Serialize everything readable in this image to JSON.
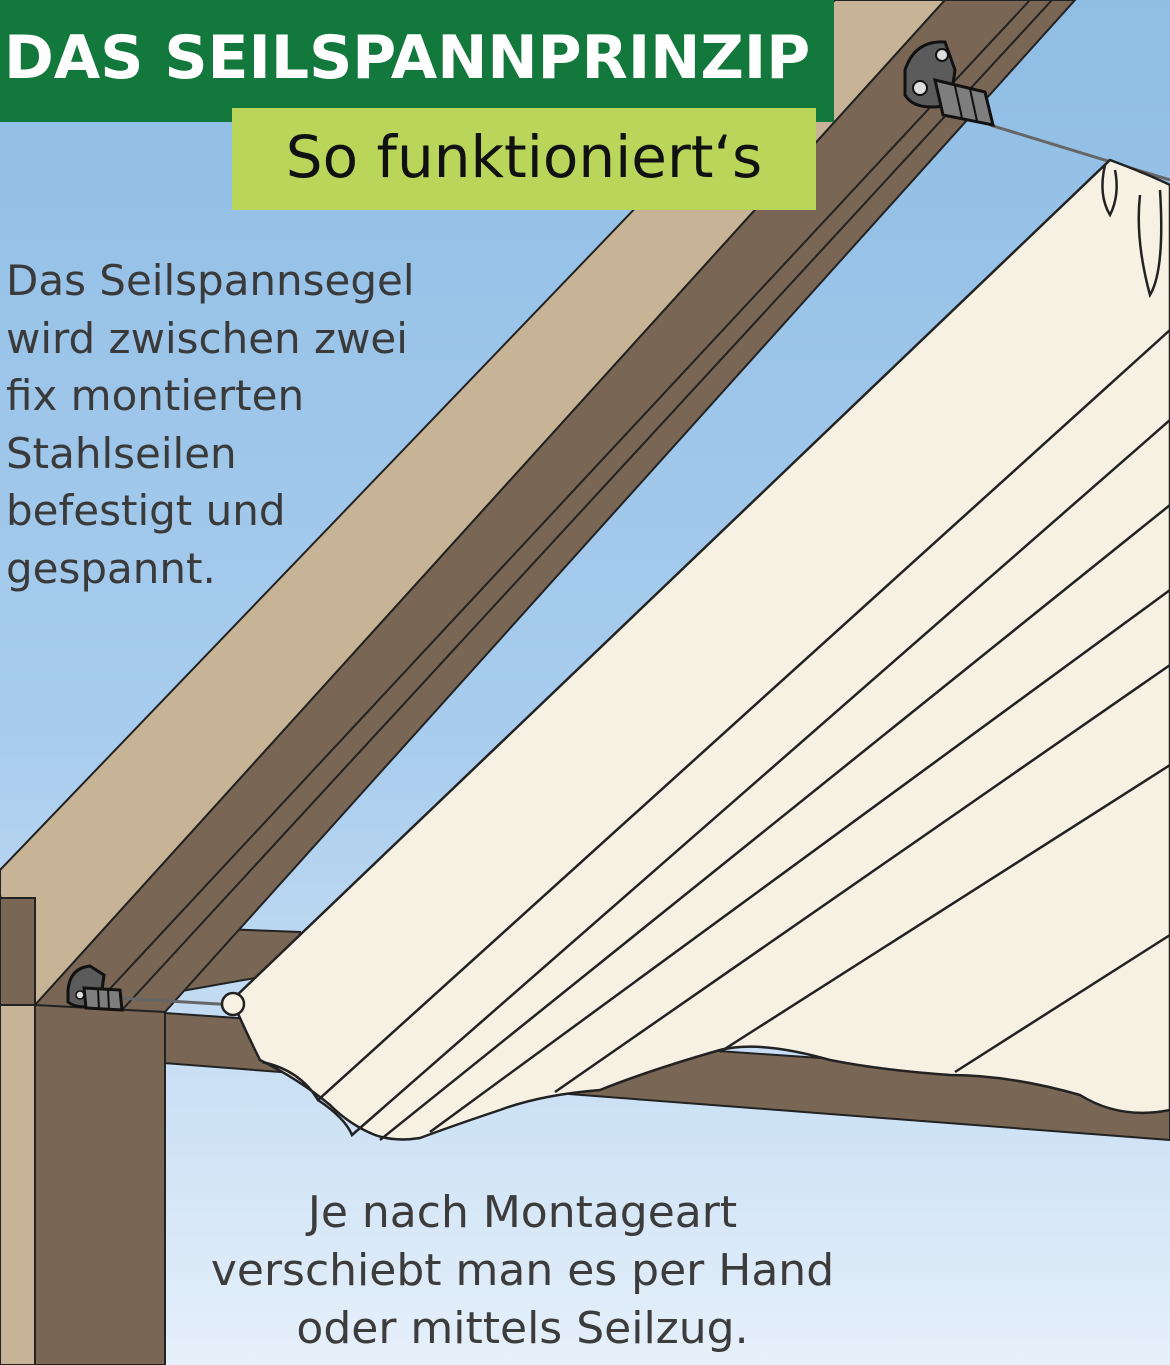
{
  "header": {
    "title": "DAS SEILSPANNPRINZIP",
    "subtitle": "So funktioniert‘s"
  },
  "intro_text": [
    "Das Seilspannsegel",
    "wird zwischen zwei",
    "fix montierten",
    "Stahlseilen",
    "befestigt und",
    "gespannt."
  ],
  "footer_text": [
    "Je nach Montageart",
    "verschiebt man es per Hand",
    "oder mittels Seilzug."
  ],
  "colors": {
    "title_bg": "#13783c",
    "subtitle_bg": "#b9d65a",
    "sky_top": "#8fbde4",
    "sky_bottom": "#e6f0fa",
    "wood_dark": "#7a6654",
    "wood_light": "#c7b496",
    "sail": "#f7f1e3"
  },
  "icons": [
    "wire-tensioner-bracket-icon",
    "wire-tensioner-bracket-icon"
  ]
}
